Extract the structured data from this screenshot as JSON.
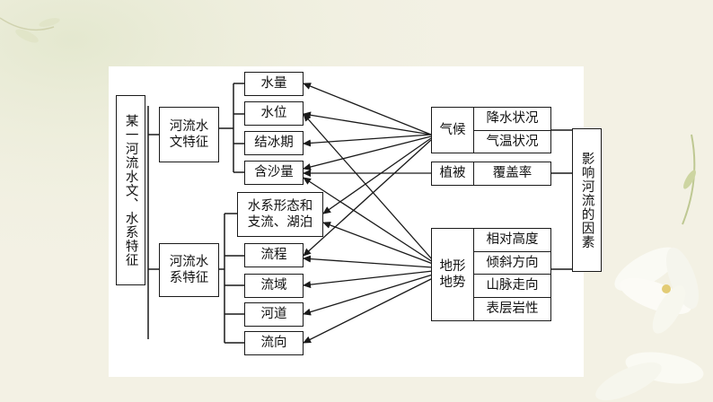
{
  "diagram": {
    "left_title": "某一河流水文、水系特征",
    "right_title": "影响河流的因素",
    "categories": {
      "hydrology": "河流水\n文特征",
      "water_system": "河流水\n系特征"
    },
    "hydrology_items": [
      "水量",
      "水位",
      "结冰期",
      "含沙量"
    ],
    "water_system_items": {
      "pattern": "水系形态和\n支流、湖泊",
      "others": [
        "流程",
        "流域",
        "河道",
        "流向"
      ]
    },
    "factors": {
      "climate": "气候",
      "climate_items": [
        "降水状况",
        "气温状况"
      ],
      "vegetation": "植被",
      "vegetation_item": "覆盖率",
      "terrain": "地形\n地势",
      "terrain_items": [
        "相对高度",
        "倾斜方向",
        "山脉走向",
        "表层岩性"
      ]
    },
    "colors": {
      "line": "#1a1a1a",
      "panel": "#ffffff",
      "background": "#f3f1e4"
    }
  }
}
